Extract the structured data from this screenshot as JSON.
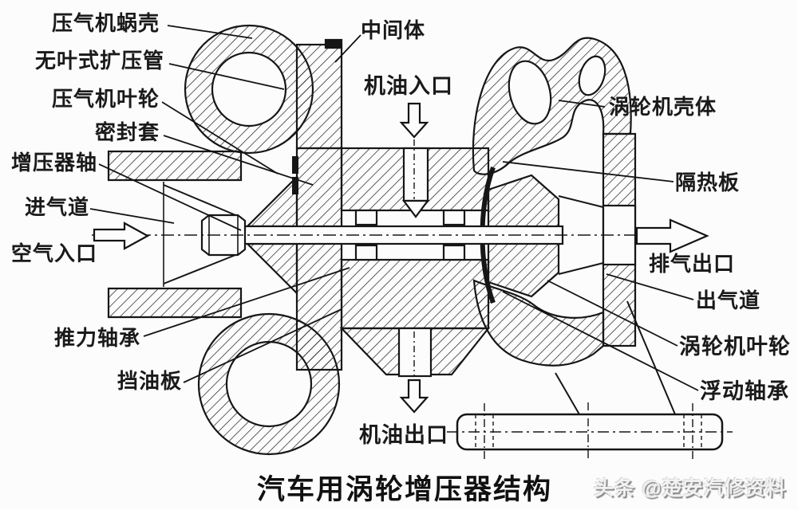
{
  "figure": {
    "title": "汽车用涡轮增压器结构",
    "watermark": "头条 @楚安汽修资料"
  },
  "labels": {
    "compressor_volute": "压气机蜗壳",
    "vaneless_diffuser": "无叶式扩压管",
    "compressor_impeller": "压气机叶轮",
    "seal_sleeve": "密封套",
    "turbo_shaft": "增压器轴",
    "intake_duct": "进气道",
    "air_inlet": "空气入口",
    "thrust_bearing": "推力轴承",
    "oil_baffle": "挡油板",
    "center_housing": "中间体",
    "oil_inlet": "机油入口",
    "turbine_housing": "涡轮机壳体",
    "heat_shield": "隔热板",
    "exhaust_outlet": "排气出口",
    "outlet_duct": "出气道",
    "turbine_impeller": "涡轮机叶轮",
    "floating_bearing": "浮动轴承",
    "oil_outlet": "机油出口"
  },
  "colors": {
    "ink": "#1c1c1c",
    "background": "#fcfcfc",
    "watermark_gray": "#8a8a8a"
  }
}
